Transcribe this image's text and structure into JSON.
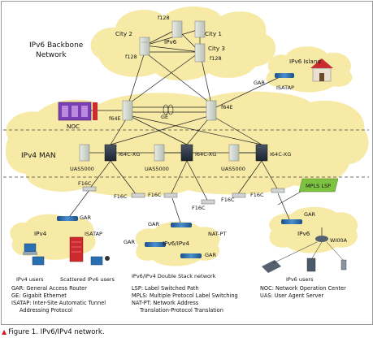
{
  "diagram": {
    "backbone_title_line1": "IPv6 Backbone",
    "backbone_title_line2": "Network",
    "backbone_center": "IPv6",
    "city1": "City 1",
    "city2": "City 2",
    "city3": "City 3",
    "f128": "f128",
    "f64e": "f64E",
    "ge": "GE",
    "noc": "NOC",
    "ipv6_island": "IPv6 Island",
    "isatap": "ISATAP",
    "gar": "GAR",
    "ipv4_man": "IPv4 MAN",
    "i64c_xg": "I64C-XG",
    "uas5000": "UAS5000",
    "f16c": "F16C",
    "mpls_lsp": "MPLS LSP",
    "nat_pt": "NAT-PT",
    "ipv4": "IPv4",
    "ipv6_ipv4": "IPv6/IPv4",
    "ipv6": "IPv6",
    "wi00a": "WI00A",
    "ipv4_users": "IPv4 users",
    "scattered_ipv6_users": "Scattered IPv6 users",
    "double_stack_network": "IPv6/IPv4 Double Stack network",
    "ipv6_users": "IPv6 users"
  },
  "legend": {
    "col1": [
      "GAR: General Access Router",
      "GE: Gigabit Ethernet",
      "ISATAP: Inter-Site Automatic Tunnel",
      "Addressing Protocol"
    ],
    "col2": [
      "LSP: Label Switched Path",
      "MPLS: Multiple Protocol Label Switching",
      "NAT-PT: Network Address",
      "Translation-Protocol Translation"
    ],
    "col3": [
      "NOC: Network Operation Center",
      "UAS: User Agent Server"
    ]
  },
  "caption": "Figure 1. IPv6/IPv4 network.",
  "colors": {
    "cloud": "#f6eaa6",
    "mpls_box": "#7ec242",
    "router": "#2f3a4a",
    "device_blue": "#2a6fb2",
    "device_red": "#cc2a2e",
    "purple": "#7a3fb0"
  }
}
